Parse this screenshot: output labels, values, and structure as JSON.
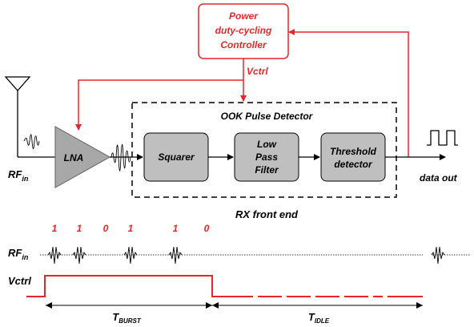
{
  "controller": {
    "line1": "Power",
    "line2": "duty-cycling",
    "line3": "Controller"
  },
  "vctrl_top": "Vctrl",
  "detector_title": "OOK Pulse Detector",
  "lna": "LNA",
  "squarer": "Squarer",
  "lpf": {
    "line1": "Low",
    "line2": "Pass",
    "line3": "Filter"
  },
  "threshold": {
    "line1": "Threshold",
    "line2": "detector"
  },
  "data_out": "data out",
  "rf_in": {
    "base": "RF",
    "sub": "in"
  },
  "rx_front_end": "RX front end",
  "bits": [
    "1",
    "1",
    "0",
    "1",
    "1",
    "0"
  ],
  "timing": {
    "rf_in": {
      "base": "RF",
      "sub": "in"
    },
    "vctrl": "Vctrl",
    "t_burst": {
      "base": "T",
      "sub": "BURST"
    },
    "t_idle": {
      "base": "T",
      "sub": "IDLE"
    }
  },
  "colors": {
    "red": "#e8262a",
    "block_fill": "#bfbfbf",
    "lna_fill": "#a8a8a8"
  }
}
